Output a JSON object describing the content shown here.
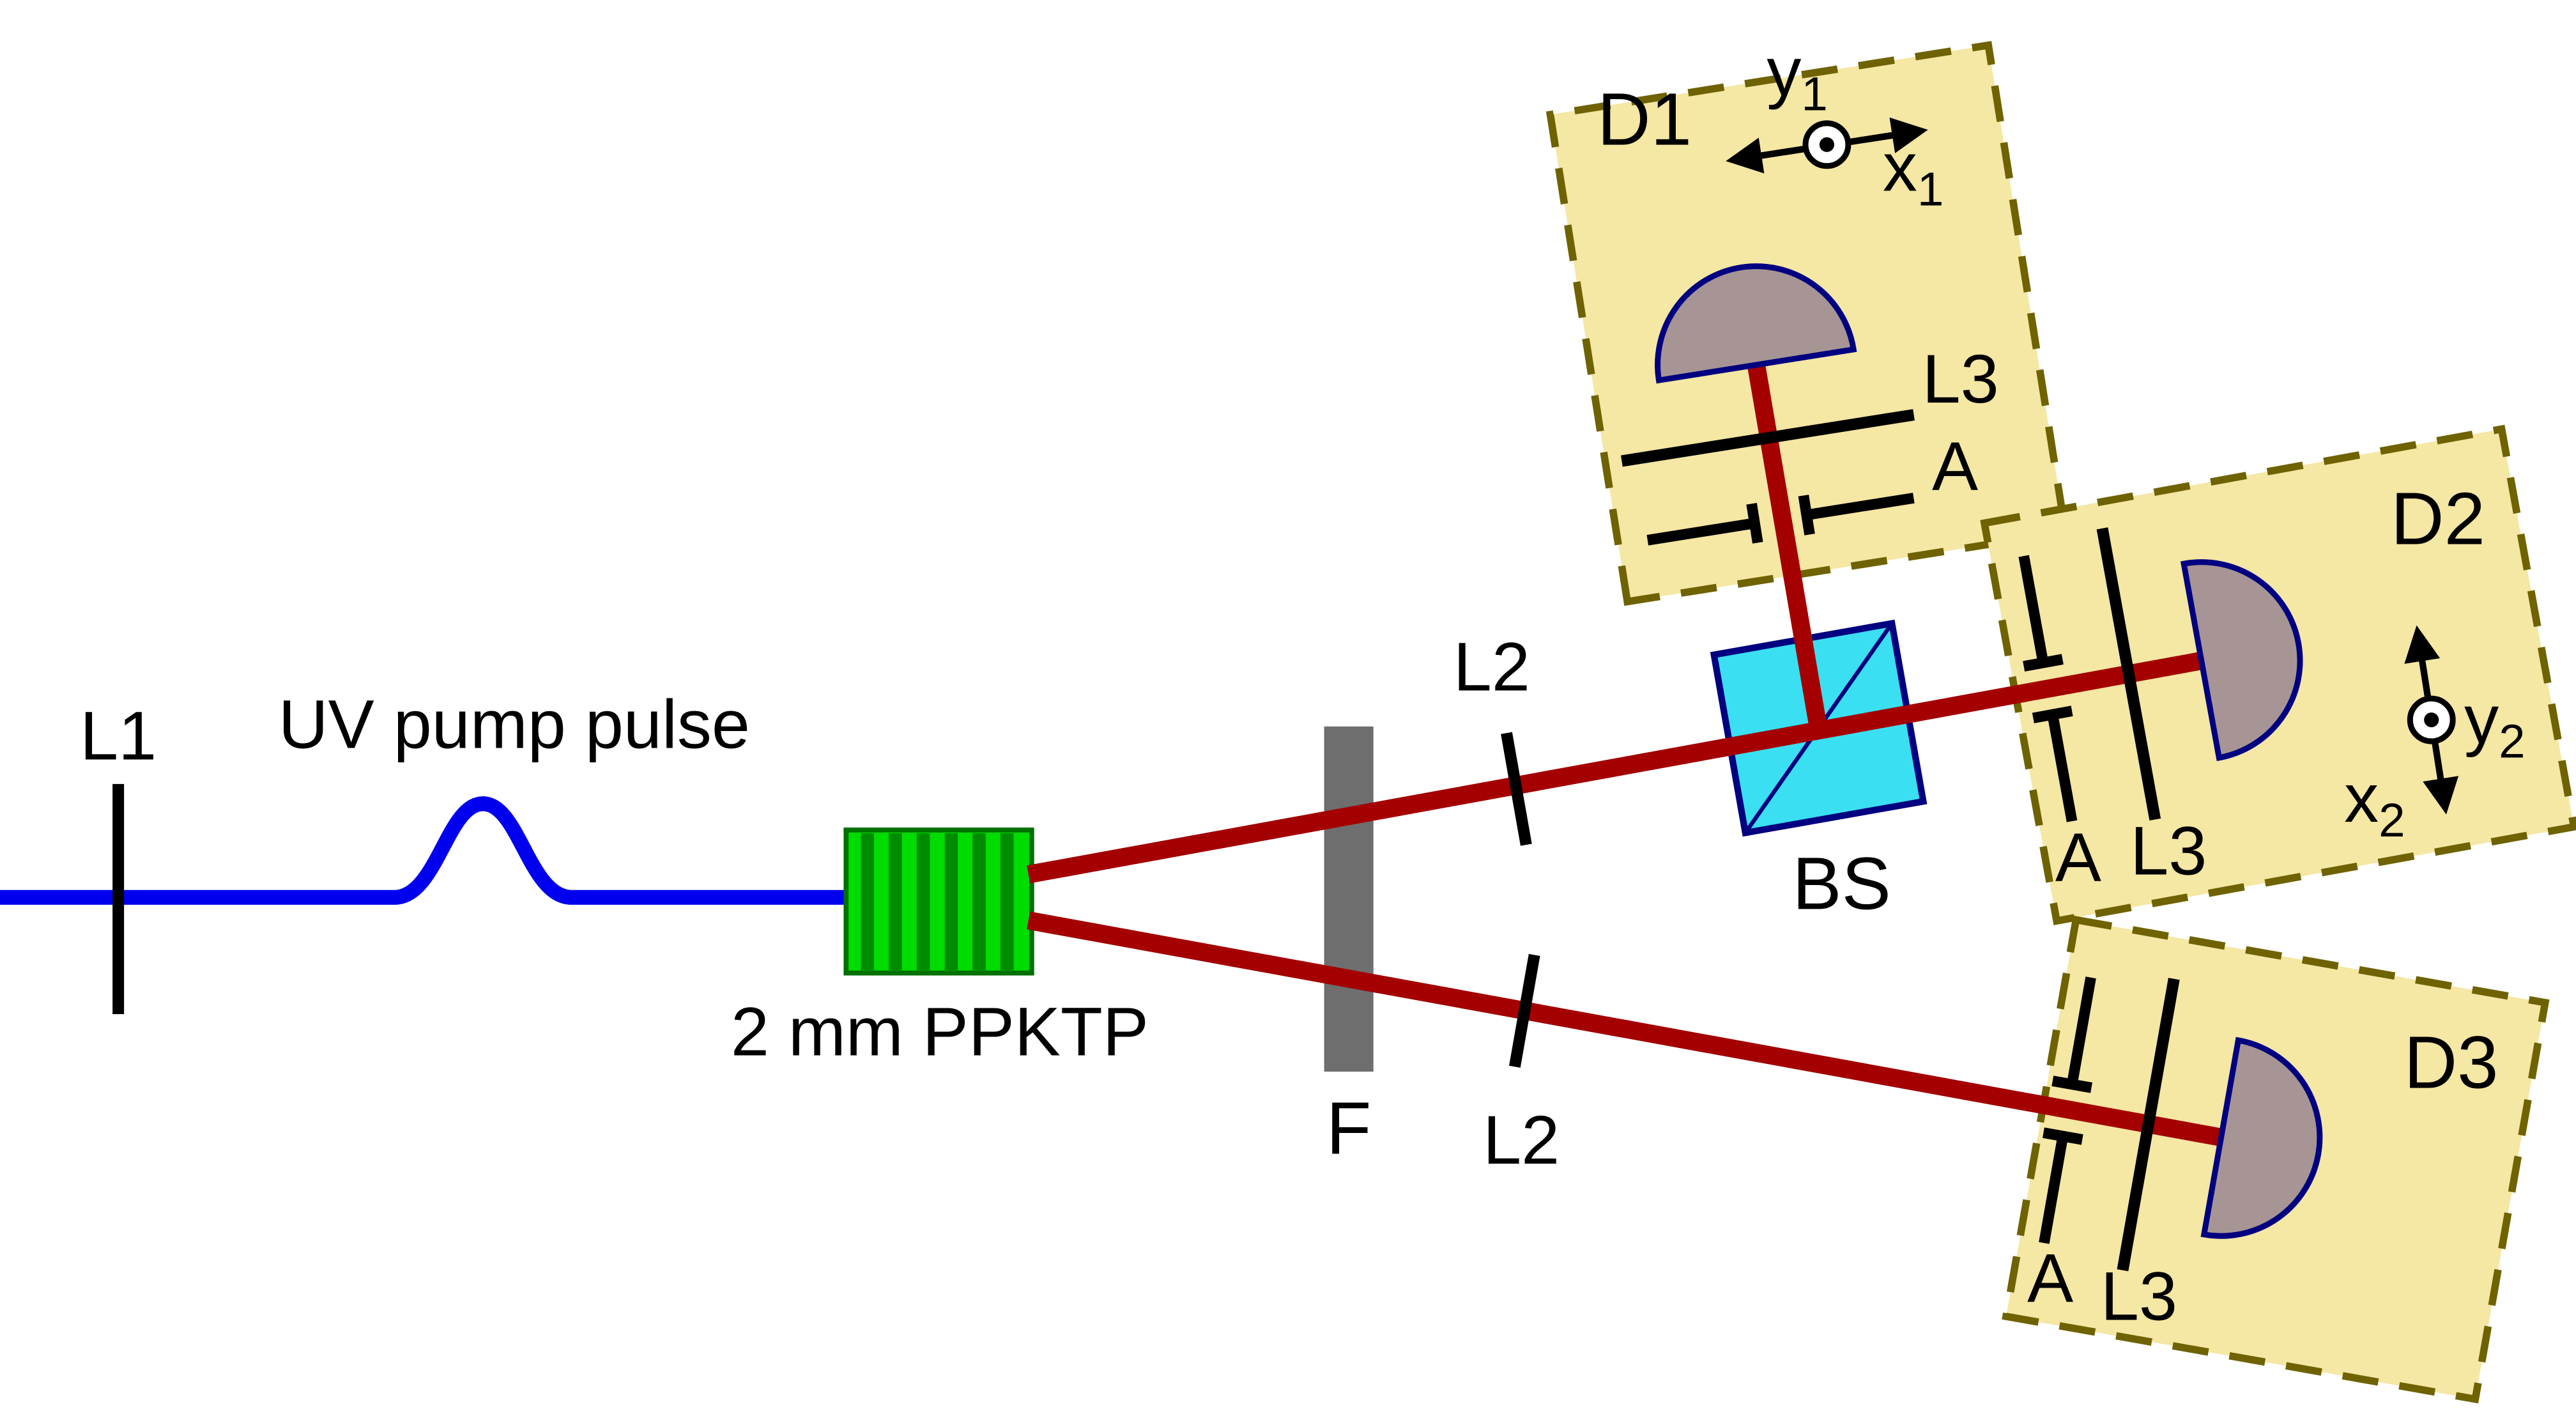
{
  "colors": {
    "pump_beam": "#0000EE",
    "photon_beam": "#A40000",
    "crystal_fill": "#00DC00",
    "crystal_stripe": "#008C00",
    "filter_fill": "#6E6E6E",
    "bs_fill": "#3ADFF2",
    "detector_box_fill": "#F5E7A4",
    "detector_sensor_fill": "#A79595"
  },
  "elements": {
    "l1": {
      "label": "L1"
    },
    "pump": {
      "label": "UV pump pulse"
    },
    "crystal": {
      "label": "2 mm PPKTP"
    },
    "filter": {
      "label": "F"
    },
    "l2_upper": {
      "label": "L2"
    },
    "l2_lower": {
      "label": "L2"
    },
    "beamsplitter": {
      "label": "BS"
    },
    "d1": {
      "label": "D1",
      "lens": "L3",
      "aperture": "A",
      "axis_x": {
        "base": "x",
        "sub": "1"
      },
      "axis_y": {
        "base": "y",
        "sub": "1"
      }
    },
    "d2": {
      "label": "D2",
      "lens": "L3",
      "aperture": "A",
      "axis_x": {
        "base": "x",
        "sub": "2"
      },
      "axis_y": {
        "base": "y",
        "sub": "2"
      }
    },
    "d3": {
      "label": "D3",
      "lens": "L3",
      "aperture": "A"
    }
  }
}
